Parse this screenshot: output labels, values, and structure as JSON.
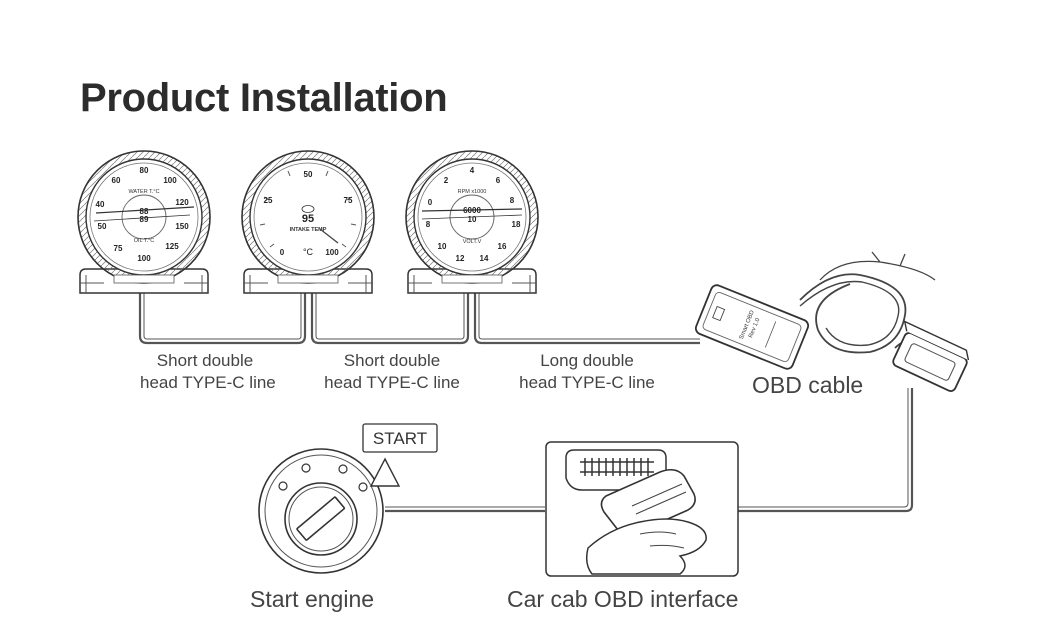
{
  "title": "Product Installation",
  "gauges": [
    {
      "name": "water-oil-temp",
      "scale_outer": [
        "40",
        "60",
        "80",
        "100",
        "120",
        "150"
      ],
      "scale_inner": [
        "50",
        "75",
        "100",
        "125"
      ],
      "label_top": "WATER T.°C",
      "label_bottom": "OIL T.°C",
      "readout_top": "88",
      "readout_bottom": "89"
    },
    {
      "name": "intake-temp",
      "scale": [
        "0",
        "25",
        "50",
        "75",
        "100"
      ],
      "readout": "95",
      "label": "INTAKE TEMP",
      "unit": "°C"
    },
    {
      "name": "rpm-volt",
      "scale_outer": [
        "0",
        "2",
        "4",
        "6",
        "8"
      ],
      "scale_inner": [
        "8",
        "10",
        "12",
        "14",
        "16",
        "18"
      ],
      "label_top": "RPM x1000",
      "label_bottom": "VOLT.V",
      "readout_top": "6000",
      "readout_bottom": "10"
    }
  ],
  "cables": [
    {
      "line1": "Short double",
      "line2": "head TYPE-C line"
    },
    {
      "line1": "Short double",
      "line2": "head TYPE-C line"
    },
    {
      "line1": "Long double",
      "line2": "head TYPE-C line"
    }
  ],
  "obd_module": {
    "line1": "Smart OBD",
    "line2": "Rev 1.0"
  },
  "obd_cable_label": "OBD cable",
  "start_button": "START",
  "start_engine_label": "Start engine",
  "obd_interface_label": "Car cab OBD interface"
}
